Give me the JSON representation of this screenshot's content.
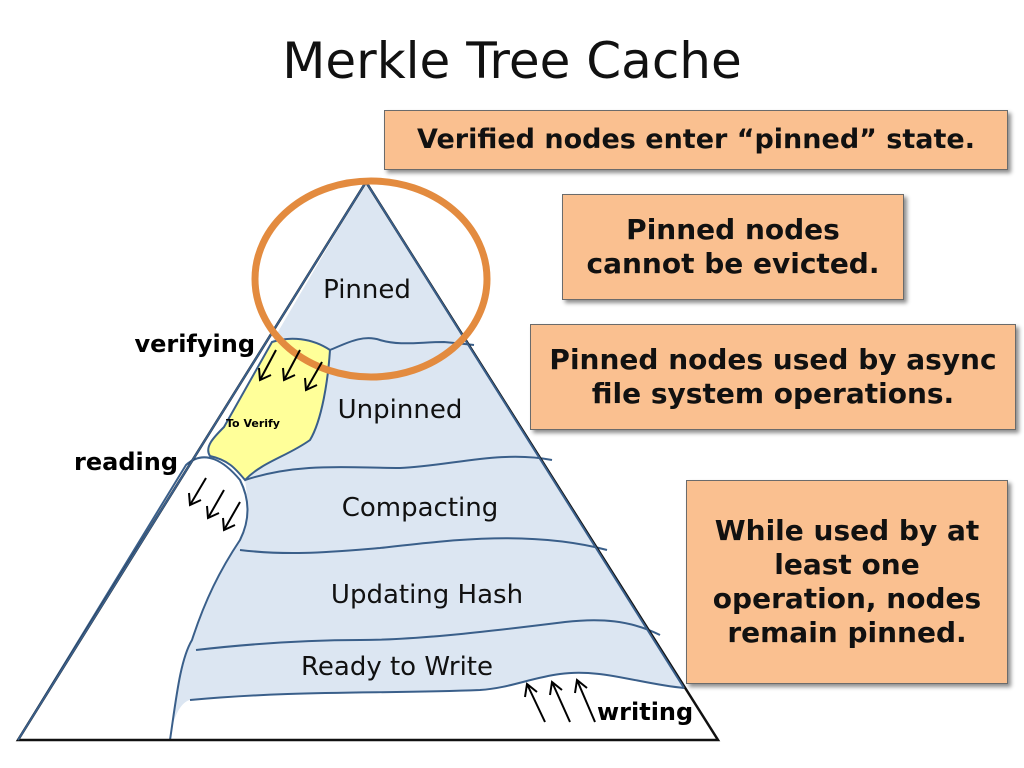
{
  "title": "Merkle Tree Cache",
  "layers": {
    "pinned": "Pinned",
    "to_verify": "To Verify",
    "unpinned": "Unpinned",
    "compacting": "Compacting",
    "updating_hash": "Updating Hash",
    "ready_to_write": "Ready to Write"
  },
  "side_labels": {
    "verifying": "verifying",
    "reading": "reading",
    "writing": "writing"
  },
  "notes": {
    "n1": "Verified nodes enter “pinned” state.",
    "n2": "Pinned nodes cannot be evicted.",
    "n3": "Pinned nodes used by async file system operations.",
    "n4": "While used by at least one operation, nodes remain pinned."
  },
  "colors": {
    "layer_fill": "#dce6f2",
    "layer_stroke": "#3a5f8a",
    "to_verify_fill": "#ffff99",
    "highlight_circle": "#e38b3f",
    "note_fill": "#fac090"
  }
}
